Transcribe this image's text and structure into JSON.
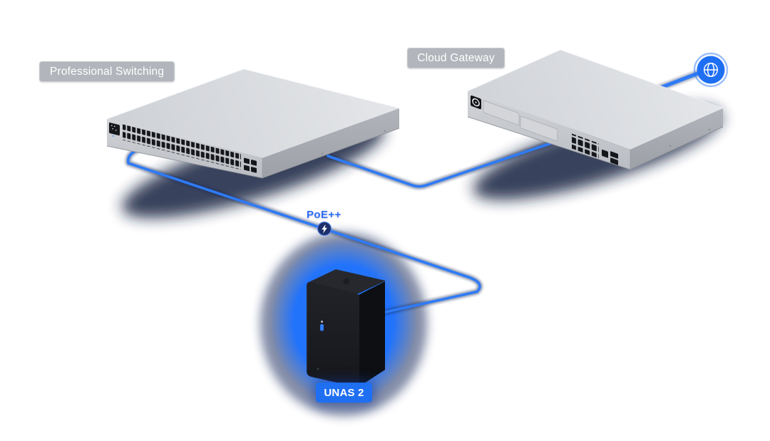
{
  "badges": {
    "switching": {
      "label": "Professional Switching",
      "bg": "#b2b5bb",
      "text_color": "#ffffff"
    },
    "gateway": {
      "label": "Cloud Gateway",
      "bg": "#b2b5bb",
      "text_color": "#ffffff"
    },
    "nas": {
      "label": "UNAS 2",
      "bg": "#1e6ff2",
      "text_color": "#ffffff"
    }
  },
  "annotations": {
    "poe": {
      "label": "PoE++",
      "color": "#2e6df6",
      "icon": "lightning-bolt-icon"
    }
  },
  "icons": {
    "internet": "globe-icon",
    "poe_power": "lightning-bolt-icon"
  },
  "colors": {
    "cable_blue": "#2e7bf6",
    "glow_blue": "#2273fc",
    "shadow_navy": "#16213f",
    "device_gray_top": "#d9dbdf",
    "device_gray_front": "#c9ccd1",
    "device_gray_side": "#abaeb5",
    "nas_black": "#1e2025",
    "port_black": "#15171b"
  },
  "topology": {
    "nodes": [
      "professional-switch",
      "cloud-gateway",
      "unas-2",
      "internet"
    ],
    "links": [
      {
        "from": "professional-switch",
        "to": "cloud-gateway"
      },
      {
        "from": "professional-switch",
        "to": "unas-2",
        "label": "PoE++"
      },
      {
        "from": "cloud-gateway",
        "to": "internet"
      }
    ]
  }
}
